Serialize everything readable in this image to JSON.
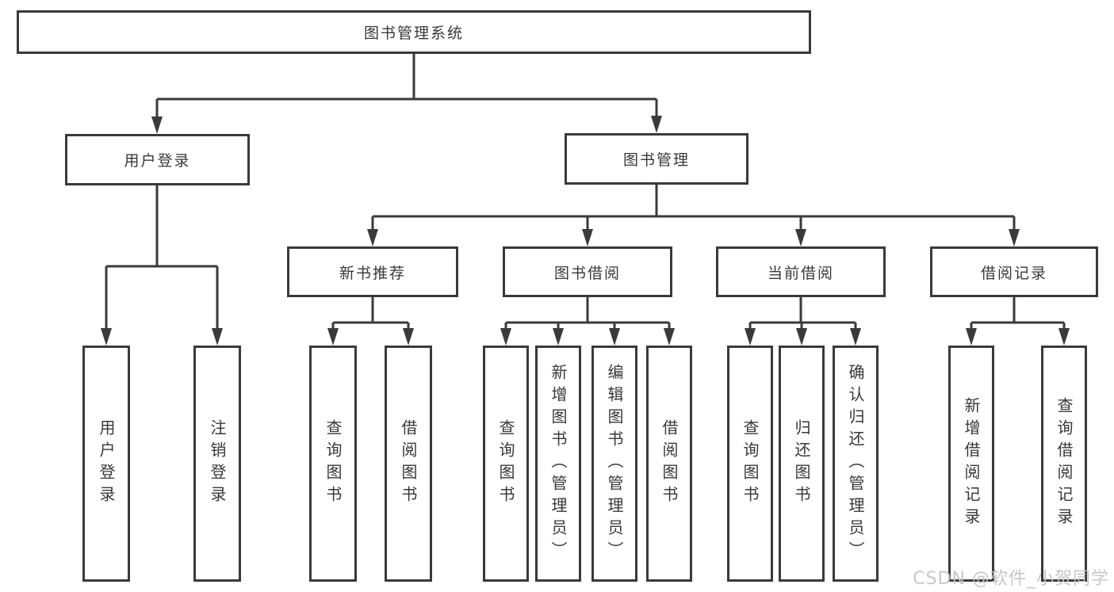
{
  "tree": {
    "root": {
      "label": "图书管理系统",
      "children": [
        {
          "label": "用户登录",
          "children": [
            {
              "label": "用户登录"
            },
            {
              "label": "注销登录"
            }
          ]
        },
        {
          "label": "图书管理",
          "children": [
            {
              "label": "新书推荐",
              "children": [
                {
                  "label": "查询图书"
                },
                {
                  "label": "借阅图书"
                }
              ]
            },
            {
              "label": "图书借阅",
              "children": [
                {
                  "label": "查询图书"
                },
                {
                  "label": "新增图书（管理员）"
                },
                {
                  "label": "编辑图书（管理员）"
                },
                {
                  "label": "借阅图书"
                }
              ]
            },
            {
              "label": "当前借阅",
              "children": [
                {
                  "label": "查询图书"
                },
                {
                  "label": "归还图书"
                },
                {
                  "label": "确认归还（管理员）"
                }
              ]
            },
            {
              "label": "借阅记录",
              "children": [
                {
                  "label": "新增借阅记录"
                },
                {
                  "label": "查询借阅记录"
                }
              ]
            }
          ]
        }
      ]
    }
  },
  "watermark": {
    "text": "CSDN @软件_小贺同学"
  },
  "colors": {
    "line": "#3a3a3a",
    "text": "#383838",
    "watermark": "#c5c5c5",
    "background": "#ffffff"
  }
}
